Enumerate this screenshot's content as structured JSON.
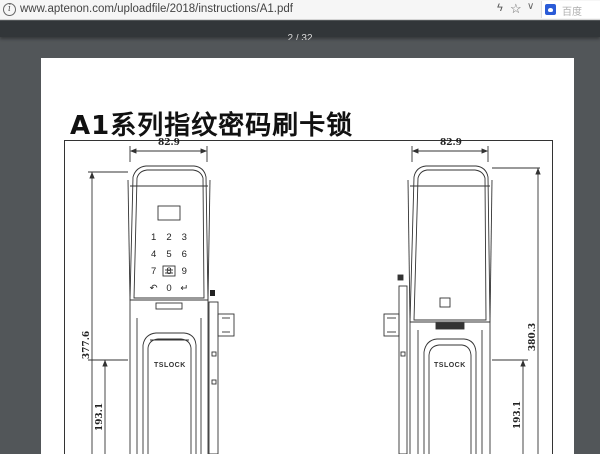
{
  "browser": {
    "info_symbol": "i",
    "url": "www.aptenon.com/uploadfile/2018/instructions/A1.pdf",
    "bolt_symbol": "ϟ",
    "star_symbol": "☆",
    "chevron_symbol": "∨",
    "search_placeholder": "百度"
  },
  "pdf": {
    "page_indicator": "2 / 32",
    "title": "A1系列指纹密码刷卡锁",
    "keypad": [
      "1",
      "2",
      "3",
      "4",
      "5",
      "6",
      "7",
      "8",
      "9",
      "↶",
      "0",
      "↵"
    ],
    "front_brand": "TSLOCK",
    "back_brand": "TSLOCK",
    "dimensions": {
      "front_width": "82.9",
      "back_width": "82.9",
      "front_height": "377.6",
      "back_height": "380.3",
      "front_lower": "193.1",
      "back_lower": "193.1"
    }
  },
  "colors": {
    "viewer_bg": "#525659",
    "toolbar_bg": "#323639",
    "drawing_line": "#333333"
  }
}
